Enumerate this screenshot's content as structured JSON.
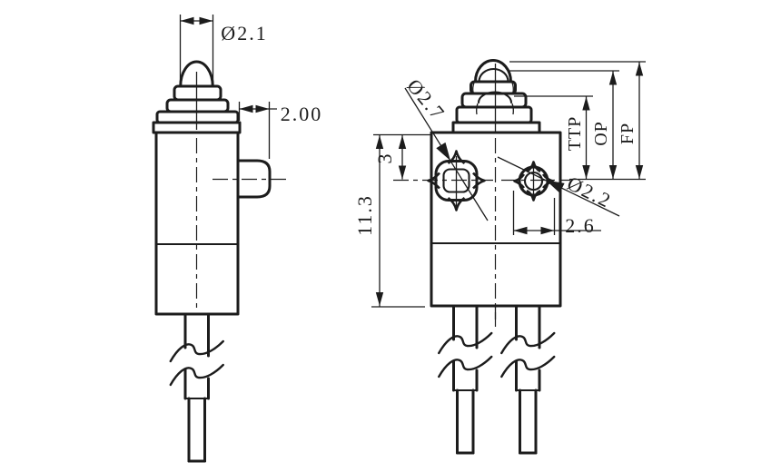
{
  "drawing_type": "technical-dimension-drawing",
  "colors": {
    "background": "#ffffff",
    "ink": "#1c1c1c"
  },
  "dimensions": {
    "plunger_diameter": "Ø2.1",
    "boss_projection": "2.00",
    "body_height": "11.3",
    "hole_offset_from_top": "3",
    "left_hole_diameter": "Ø2.7",
    "right_hole_diameter": "Ø2.2",
    "hole_edge_distance": "2.6",
    "total_travel_position": "TTP",
    "operating_position": "OP",
    "free_position": "FP"
  }
}
